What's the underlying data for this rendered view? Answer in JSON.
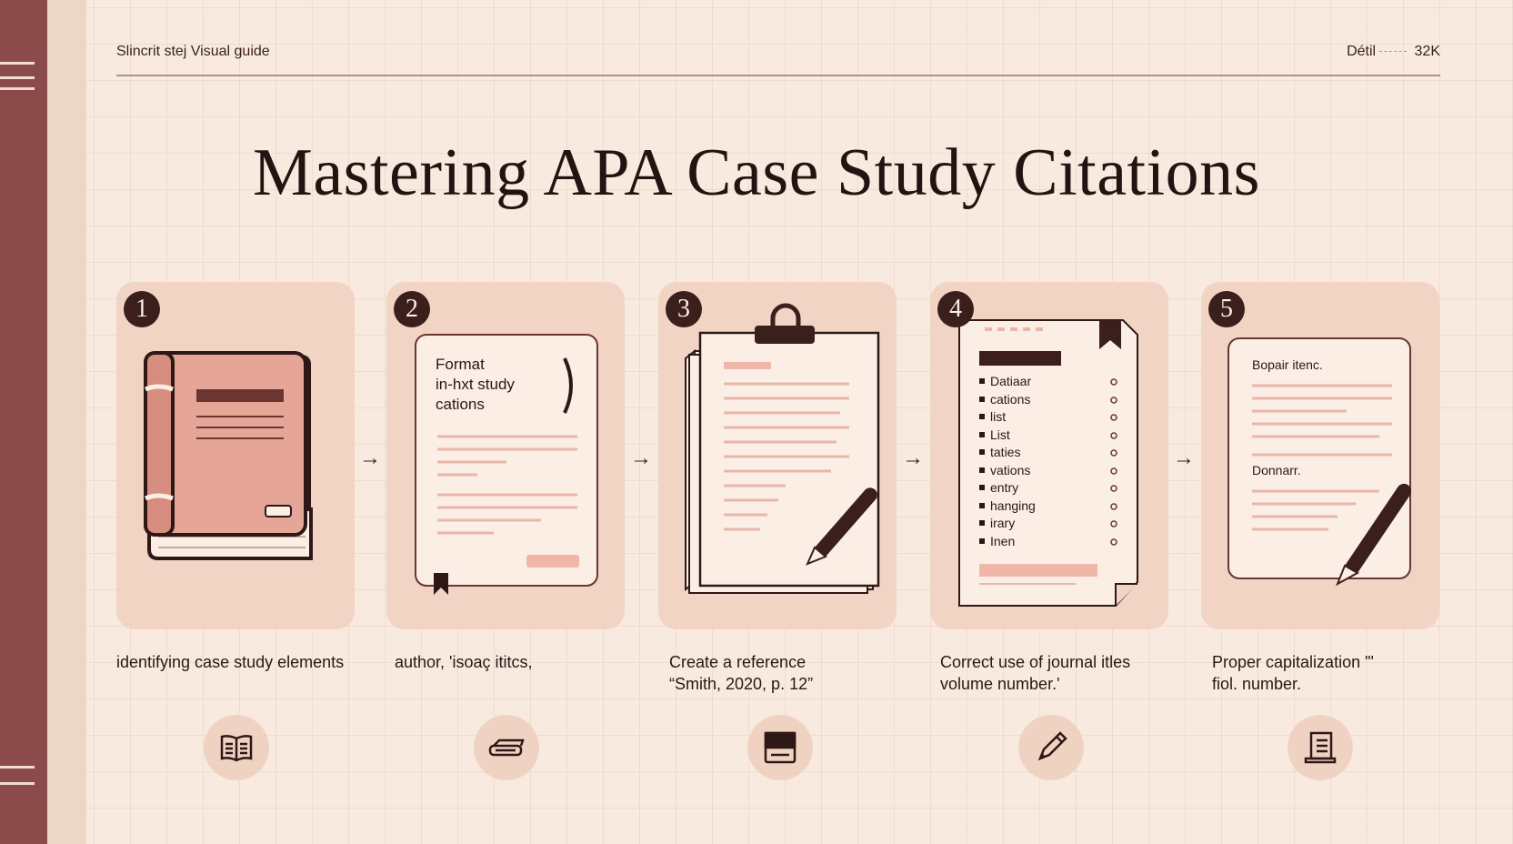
{
  "header": {
    "brand": "Slincrit stej Visual guide",
    "meta_left": "Détil",
    "meta_right": "32K"
  },
  "title": "Mastering APA Case Study Citations",
  "steps": [
    {
      "number": "1",
      "caption_line1": "identifying case study elements",
      "caption_line2": "",
      "icon": "open-book-icon"
    },
    {
      "number": "2",
      "caption_line1": "author, 'isoaç ititcs,",
      "caption_line2": "",
      "icon": "book-stack-icon",
      "card_text": [
        "Format",
        "in-hxt study",
        "cations"
      ]
    },
    {
      "number": "3",
      "caption_line1": "Create a reference",
      "caption_line2": "“Smith, 2020, p. 12”",
      "icon": "note-card-icon"
    },
    {
      "number": "4",
      "caption_line1": "Correct use of journal itles",
      "caption_line2": "volume number.'",
      "icon": "pencil-icon",
      "list_items": [
        "Datiaar",
        "cations",
        "list",
        "List",
        "taties",
        "vations",
        "entry",
        "hanging",
        "irary",
        "Inen"
      ]
    },
    {
      "number": "5",
      "caption_line1": "Proper capitalization \"'",
      "caption_line2": "fiol. number.",
      "icon": "document-icon",
      "card_text": [
        "Bopair itenc.",
        "Donnarr."
      ]
    }
  ],
  "colors": {
    "spine": "#8b4b4a",
    "card": "#f1d4c4",
    "accent": "#e5a697",
    "ink": "#3a1f1c",
    "background": "#f8eadf"
  }
}
